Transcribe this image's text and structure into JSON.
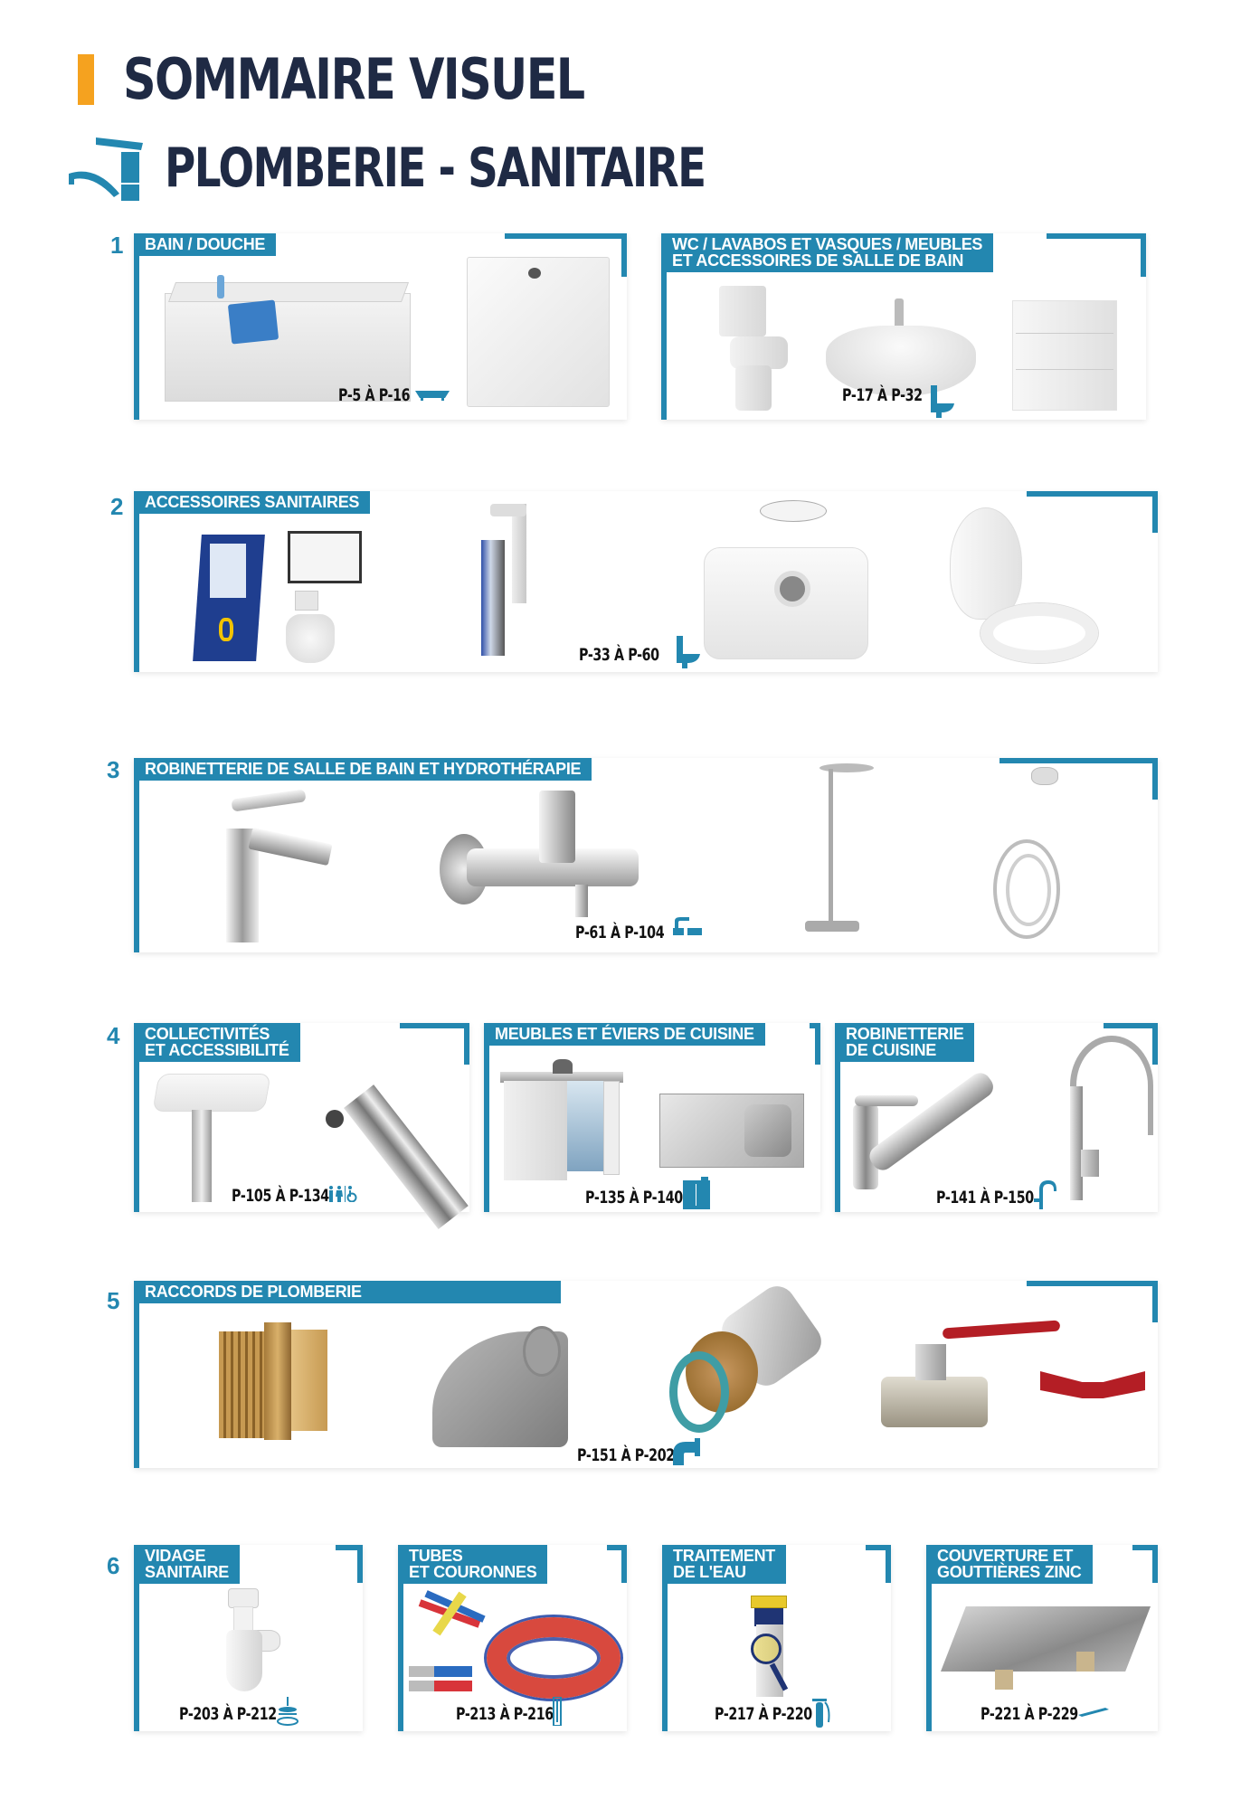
{
  "header": {
    "title": "SOMMAIRE VISUEL",
    "section_title": "PLOMBERIE - SANITAIRE",
    "accent_color": "#f5a21f",
    "brand_color": "#2387b0",
    "title_color": "#1f2a44"
  },
  "sections": [
    {
      "number": "1",
      "cards": [
        {
          "label_lines": [
            "BAIN / DOUCHE"
          ],
          "pages": "P-5 À P-16",
          "icon": "bathtub-icon",
          "products": [
            "bathtub",
            "shower-tray"
          ]
        },
        {
          "label_lines": [
            "WC / LAVABOS ET VASQUES / MEUBLES",
            "ET ACCESSOIRES DE SALLE DE BAIN"
          ],
          "pages": "P-17 À P-32",
          "icon": "toilet-icon",
          "products": [
            "toilet",
            "washbasin",
            "vanity-unit"
          ]
        }
      ]
    },
    {
      "number": "2",
      "cards": [
        {
          "label_lines": [
            "ACCESSOIRES SANITAIRES"
          ],
          "pages": "P-33 À P-60",
          "icon": "toilet-icon",
          "products": [
            "wc-frame",
            "flush-valve",
            "macerator",
            "toilet-seat"
          ]
        }
      ]
    },
    {
      "number": "3",
      "cards": [
        {
          "label_lines": [
            "ROBINETTERIE DE SALLE DE BAIN ET HYDROTHÉRAPIE"
          ],
          "pages": "P-61 À P-104",
          "icon": "bath-mixer-icon",
          "products": [
            "basin-mixer",
            "bath-mixer",
            "shower-column",
            "hygienic-shower"
          ]
        }
      ]
    },
    {
      "number": "4",
      "cards": [
        {
          "label_lines": [
            "COLLECTIVITÉS",
            "ET ACCESSIBILITÉ"
          ],
          "pages": "P-105 À P-134",
          "icon": "accessibility-icon",
          "products": [
            "shower-seat",
            "timed-tap"
          ]
        },
        {
          "label_lines": [
            "MEUBLES ET ÉVIERS DE CUISINE"
          ],
          "pages": "P-135 À P-140",
          "icon": "kitchen-unit-icon",
          "products": [
            "kitchenette",
            "sink"
          ]
        },
        {
          "label_lines": [
            "ROBINETTERIE",
            "DE CUISINE"
          ],
          "pages": "P-141 À P-150",
          "icon": "kitchen-tap-icon",
          "products": [
            "pull-out-tap",
            "swan-neck-tap"
          ]
        }
      ]
    },
    {
      "number": "5",
      "cards": [
        {
          "label_lines": [
            "RACCORDS DE PLOMBERIE"
          ],
          "pages": "P-151 À P-202",
          "icon": "elbow-fitting-icon",
          "products": [
            "brass-fitting",
            "pvc-elbow",
            "compression-fitting",
            "ball-valve",
            "butterfly-handle"
          ]
        }
      ]
    },
    {
      "number": "6",
      "cards": [
        {
          "label_lines": [
            "VIDAGE",
            "SANITAIRE"
          ],
          "pages": "P-203 À P-212",
          "icon": "drain-icon",
          "products": [
            "siphon"
          ]
        },
        {
          "label_lines": [
            "TUBES",
            "ET COURONNES"
          ],
          "pages": "P-213 À P-216",
          "icon": "tube-icon",
          "products": [
            "multilayer-tubes",
            "tube-coil"
          ]
        },
        {
          "label_lines": [
            "TRAITEMENT",
            "DE L'EAU"
          ],
          "pages": "P-217 À P-220",
          "icon": "water-filter-icon",
          "products": [
            "water-filter"
          ]
        },
        {
          "label_lines": [
            "COUVERTURE ET",
            "GOUTTIÈRES ZINC"
          ],
          "pages": "P-221 À P-229",
          "icon": "gutter-icon",
          "products": [
            "zinc-sheets"
          ]
        }
      ]
    }
  ]
}
